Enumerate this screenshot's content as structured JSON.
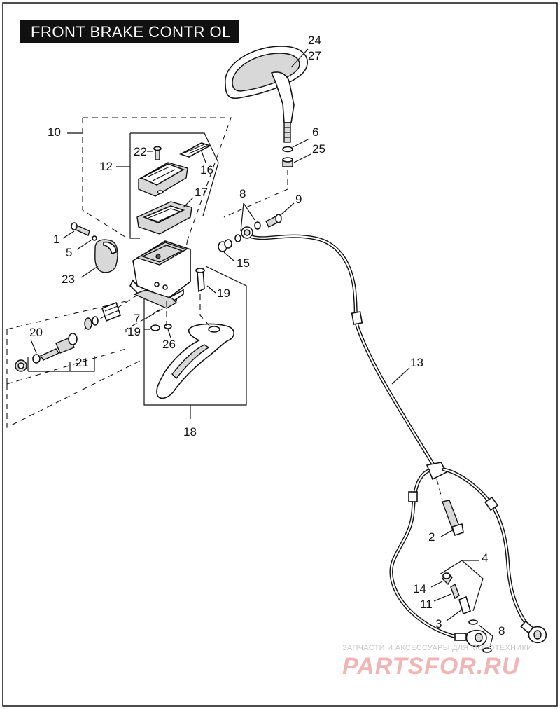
{
  "title": "FRONT BRAKE CONTR OL",
  "callouts": {
    "c1": "1",
    "c2": "2",
    "c3": "3",
    "c4": "4",
    "c5": "5",
    "c6": "6",
    "c7": "7",
    "c8a": "8",
    "c8b": "8",
    "c9": "9",
    "c10": "10",
    "c11": "11",
    "c12": "12",
    "c13": "13",
    "c14": "14",
    "c15": "15",
    "c16": "16",
    "c17": "17",
    "c18": "18",
    "c19a": "19",
    "c19b": "19",
    "c20": "20",
    "c21": "21",
    "c22": "22",
    "c23": "23",
    "c24": "24",
    "c25": "25",
    "c26": "26",
    "c27": "27"
  },
  "watermark": {
    "tagline": "ЗАПЧАСТИ И АКСЕССУАРЫ ДЛЯ МОТОТЕХНИКИ",
    "logo": "PARTSFOR.RU"
  }
}
